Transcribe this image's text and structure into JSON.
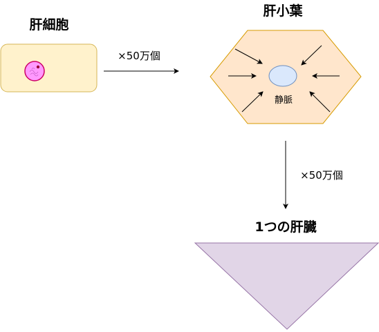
{
  "hepatocyte": {
    "title": "肝細胞"
  },
  "lobule": {
    "title": "肝小葉",
    "vein_label": "静脈"
  },
  "liver": {
    "title": "1つの肝臓"
  },
  "arrows": {
    "cell_to_lobule": "×50万個",
    "lobule_to_liver": "×50万個"
  },
  "colors": {
    "cell_fill": "#fff2cc",
    "cell_stroke": "#d6b656",
    "lobule_fill": "#ffe6cc",
    "lobule_stroke": "#d79b00",
    "vein_fill": "#dae8fc",
    "vein_stroke": "#6c8ebf",
    "nucleus_fill": "#ff99ff",
    "nucleus_stroke": "#cc0066",
    "liver_fill": "#e1d5e7",
    "liver_stroke": "#9673a6"
  }
}
